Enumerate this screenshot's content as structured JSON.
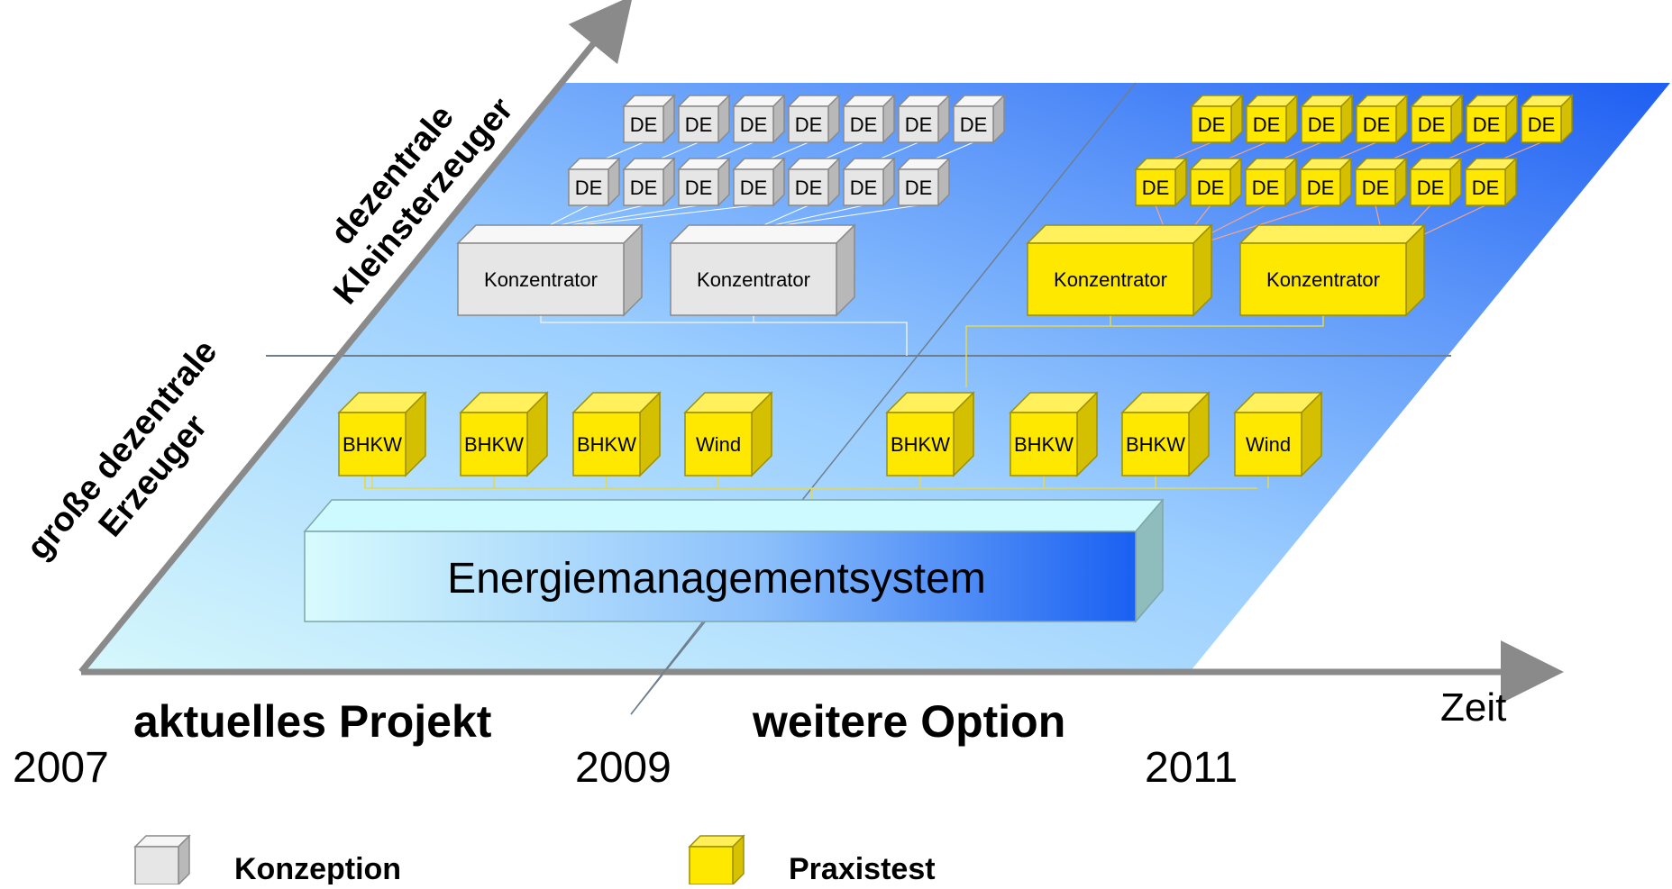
{
  "axes": {
    "x_label": "Zeit",
    "y_label_small_line1": "dezentrale",
    "y_label_small_line2": "Kleinsterzeuger",
    "y_label_large_line1": "große dezentrale",
    "y_label_large_line2": "Erzeuger"
  },
  "phases": {
    "current": "aktuelles Projekt",
    "future": "weitere Option"
  },
  "years": [
    "2007",
    "2009",
    "2011"
  ],
  "units": {
    "micro": "DE",
    "concentrator": "Konzentrator",
    "chp": "BHKW",
    "wind": "Wind"
  },
  "system": {
    "label": "Energiemanagementsystem"
  },
  "legend": {
    "concept": "Konzeption",
    "field_test": "Praxistest"
  },
  "colors": {
    "concept_fill": "#e6e6e6",
    "field_test_fill": "#ffe800",
    "plane_light": "#d4f6fb",
    "plane_dark": "#2f6ff5"
  }
}
